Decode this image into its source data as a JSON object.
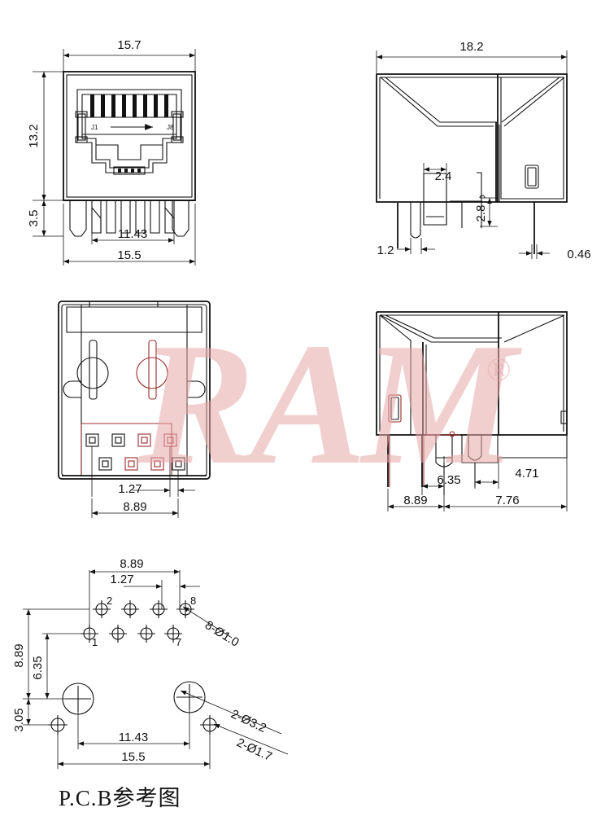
{
  "document": {
    "type": "engineering-drawing",
    "subject": "RJ45 modular jack connector",
    "background_color": "#ffffff",
    "line_color": "#111111",
    "accent_color": "#9b2b2b",
    "caption": "P.C.B参考图"
  },
  "watermark": {
    "text": "RAM",
    "registered_mark": "®",
    "color": "#e8a9a9"
  },
  "views": {
    "front": {
      "name": "front-view",
      "dimensions": {
        "top_width": "15.7",
        "overall_height": "13.2",
        "pin_height": "3.5",
        "inner_width": "11.43",
        "bottom_width": "15.5"
      },
      "labels": {
        "first_pin": "J1",
        "last_pin": "J8"
      }
    },
    "side_top": {
      "name": "side-view-top",
      "dimensions": {
        "depth": "18.2",
        "tab_width": "2.4",
        "tab_height": "2.8",
        "leg_offset": "1.2",
        "pin_thickness": "0.46"
      }
    },
    "bottom": {
      "name": "bottom-view",
      "dimensions": {
        "pitch": "1.27",
        "span": "8.89"
      },
      "pad_rows": [
        4,
        4
      ]
    },
    "side_bottom": {
      "name": "side-view-bottom",
      "dimensions": {
        "pin_row_offset": "6.35",
        "pin_span": "8.89",
        "boss_offset": "4.71",
        "boss_span": "7.76"
      }
    },
    "pcb": {
      "name": "pcb-layout-view",
      "dimensions": {
        "hole_span_x": "8.89",
        "pitch_x": "1.27",
        "hole_span_y": "8.89",
        "row_offset_y": "6.35",
        "boss_offset_y": "3.05",
        "boss_span_x": "11.43",
        "outline_width": "15.5"
      },
      "hole_callouts": [
        "8-Ø1.0",
        "2-Ø3.2",
        "2-Ø1.7"
      ],
      "hole_numbers": {
        "top_left": "2",
        "top_right": "8",
        "bottom_left": "1",
        "bottom_right": "7"
      }
    }
  }
}
